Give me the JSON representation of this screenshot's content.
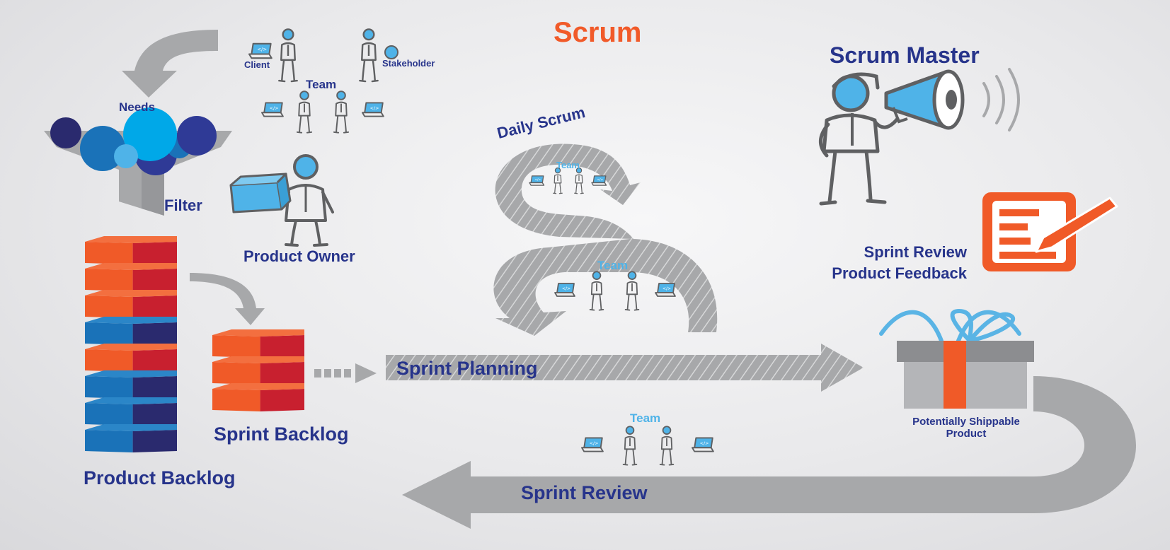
{
  "title": "Scrum",
  "labels": {
    "needs": "Needs",
    "filter": "Filter",
    "client": "Client",
    "stakeholder": "Stakeholder",
    "team_top": "Team",
    "product_owner": "Product Owner",
    "product_backlog": "Product Backlog",
    "sprint_backlog": "Sprint Backlog",
    "daily_scrum": "Daily Scrum",
    "team_daily": "Team",
    "team_loop": "Team",
    "sprint_planning": "Sprint Planning",
    "team_review": "Team",
    "sprint_review": "Sprint Review",
    "scrum_master": "Scrum Master",
    "review_feedback_line1": "Sprint Review",
    "review_feedback_line2": "Product Feedback",
    "shippable_line1": "Potentially Shippable",
    "shippable_line2": "Product"
  },
  "colors": {
    "title": "#f15a29",
    "label_navy": "#27348b",
    "team_blue": "#4fb3e8",
    "arrow_gray": "#a7a8aa",
    "figure_gray": "#5f6062",
    "block_orange": "#f05a28",
    "block_red": "#c8202f",
    "block_blue": "#1a72b8",
    "block_navy": "#2a2a6e",
    "gift_ribbon": "#f05a28",
    "gift_bow": "#5ab4e5"
  },
  "icons": [
    "curved-arrow-icon",
    "needs-circles-icon",
    "filter-funnel-icon",
    "client-figure-icon",
    "stakeholder-figure-icon",
    "team-figures-icon",
    "product-owner-figure-icon",
    "product-backlog-stack-icon",
    "sprint-backlog-stack-icon",
    "dotted-arrow-icon",
    "daily-scrum-loop-icon",
    "sprint-planning-arrow-icon",
    "scrum-master-figure-icon",
    "megaphone-icon",
    "notepad-pencil-icon",
    "gift-box-icon",
    "sprint-review-return-arrow-icon"
  ],
  "backlog_blocks": {
    "product": [
      "orange",
      "orange",
      "orange",
      "blue",
      "orange",
      "blue",
      "blue",
      "blue"
    ],
    "sprint": [
      "orange",
      "orange",
      "orange"
    ]
  }
}
